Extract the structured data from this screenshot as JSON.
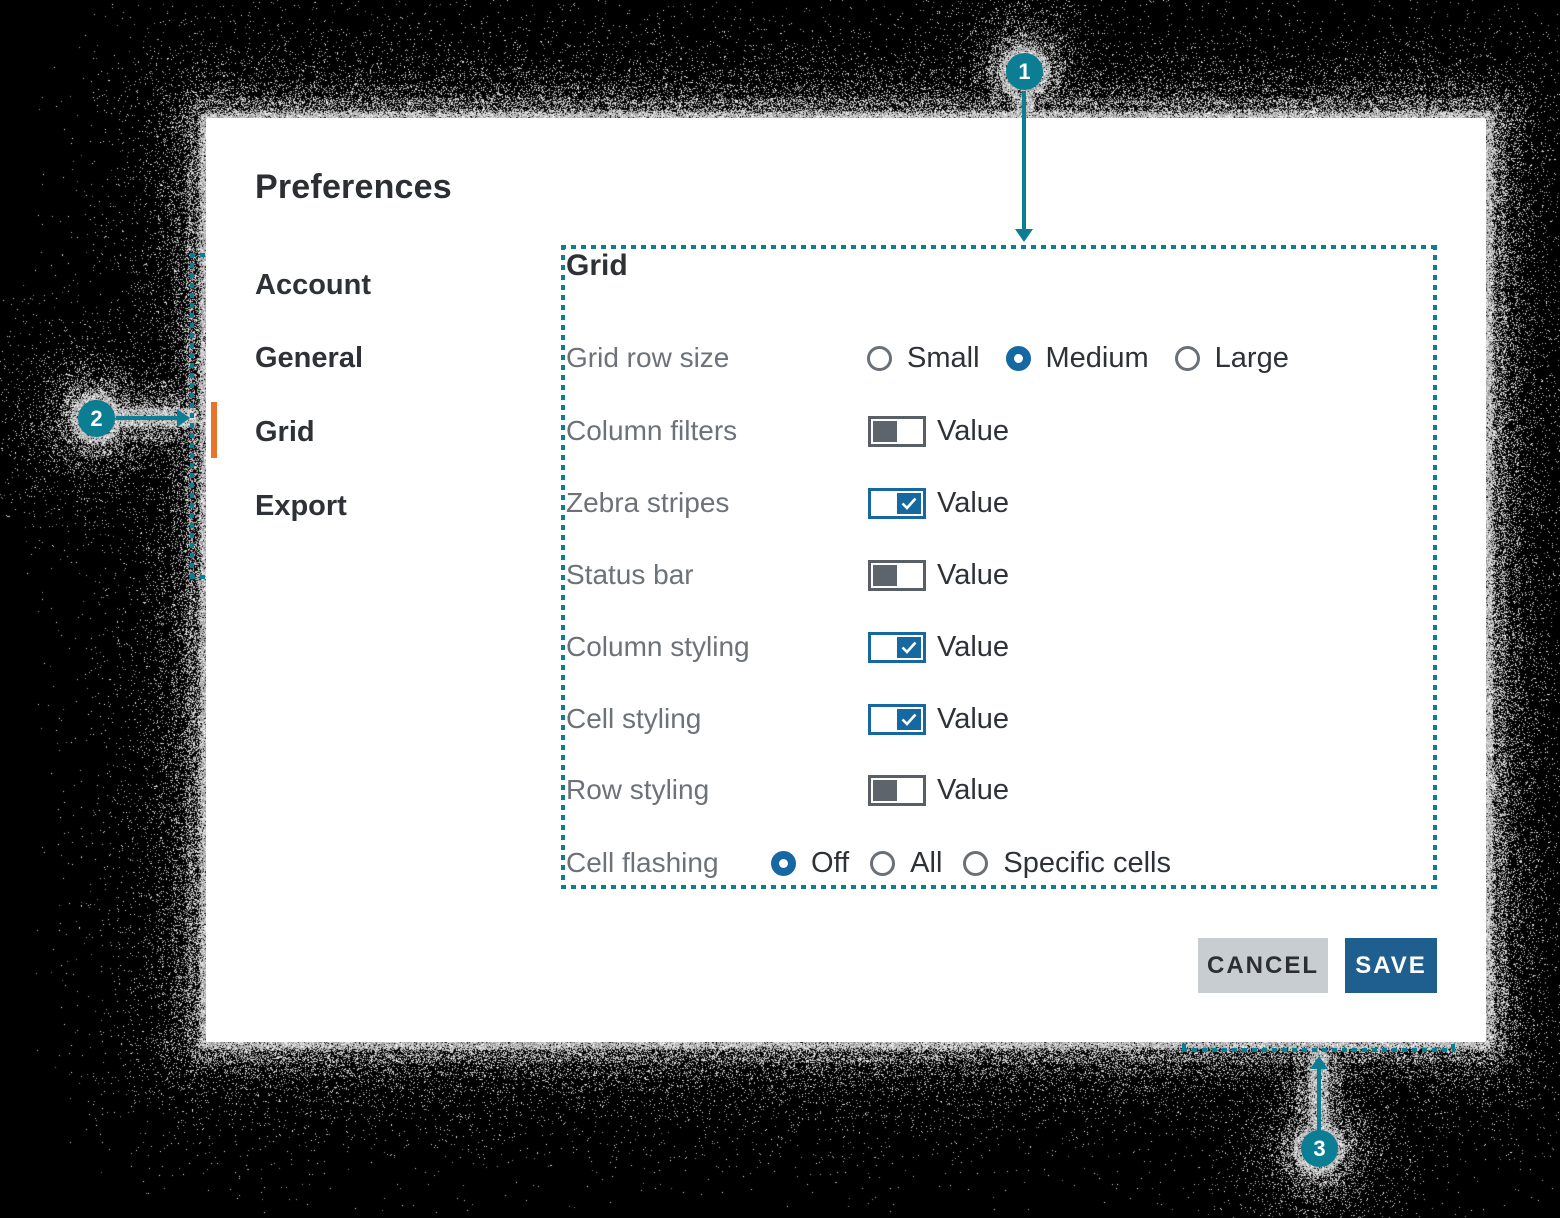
{
  "colors": {
    "accent_teal": "#0B7E93",
    "control_blue": "#1568A1",
    "save_blue": "#1F5F90",
    "cancel_gray": "#C8CDD2",
    "active_orange": "#E8742C",
    "label_gray": "#6D7278",
    "text_dark": "#2E3237"
  },
  "annotations": {
    "marker1": "1",
    "marker2": "2",
    "marker3": "3"
  },
  "dialog": {
    "title": "Preferences",
    "sidebar": {
      "items": [
        {
          "label": "Account",
          "active": false
        },
        {
          "label": "General",
          "active": false
        },
        {
          "label": "Grid",
          "active": true
        },
        {
          "label": "Export",
          "active": false
        }
      ]
    },
    "panel": {
      "header": "Grid",
      "rows": [
        {
          "label": "Grid row size",
          "control": "radio-group",
          "options": [
            {
              "label": "Small",
              "selected": false
            },
            {
              "label": "Medium",
              "selected": true
            },
            {
              "label": "Large",
              "selected": false
            }
          ]
        },
        {
          "label": "Column filters",
          "control": "switch",
          "checked": false,
          "text": "Value"
        },
        {
          "label": "Zebra stripes",
          "control": "switch",
          "checked": true,
          "text": "Value"
        },
        {
          "label": "Status bar",
          "control": "switch",
          "checked": false,
          "text": "Value"
        },
        {
          "label": "Column styling",
          "control": "switch",
          "checked": true,
          "text": "Value"
        },
        {
          "label": "Cell styling",
          "control": "switch",
          "checked": true,
          "text": "Value"
        },
        {
          "label": "Row styling",
          "control": "switch",
          "checked": false,
          "text": "Value"
        },
        {
          "label": "Cell flashing",
          "control": "radio-group",
          "options": [
            {
              "label": "Off",
              "selected": true
            },
            {
              "label": "All",
              "selected": false
            },
            {
              "label": "Specific cells",
              "selected": false
            }
          ]
        }
      ]
    },
    "actions": {
      "cancel": "CANCEL",
      "save": "SAVE"
    }
  }
}
